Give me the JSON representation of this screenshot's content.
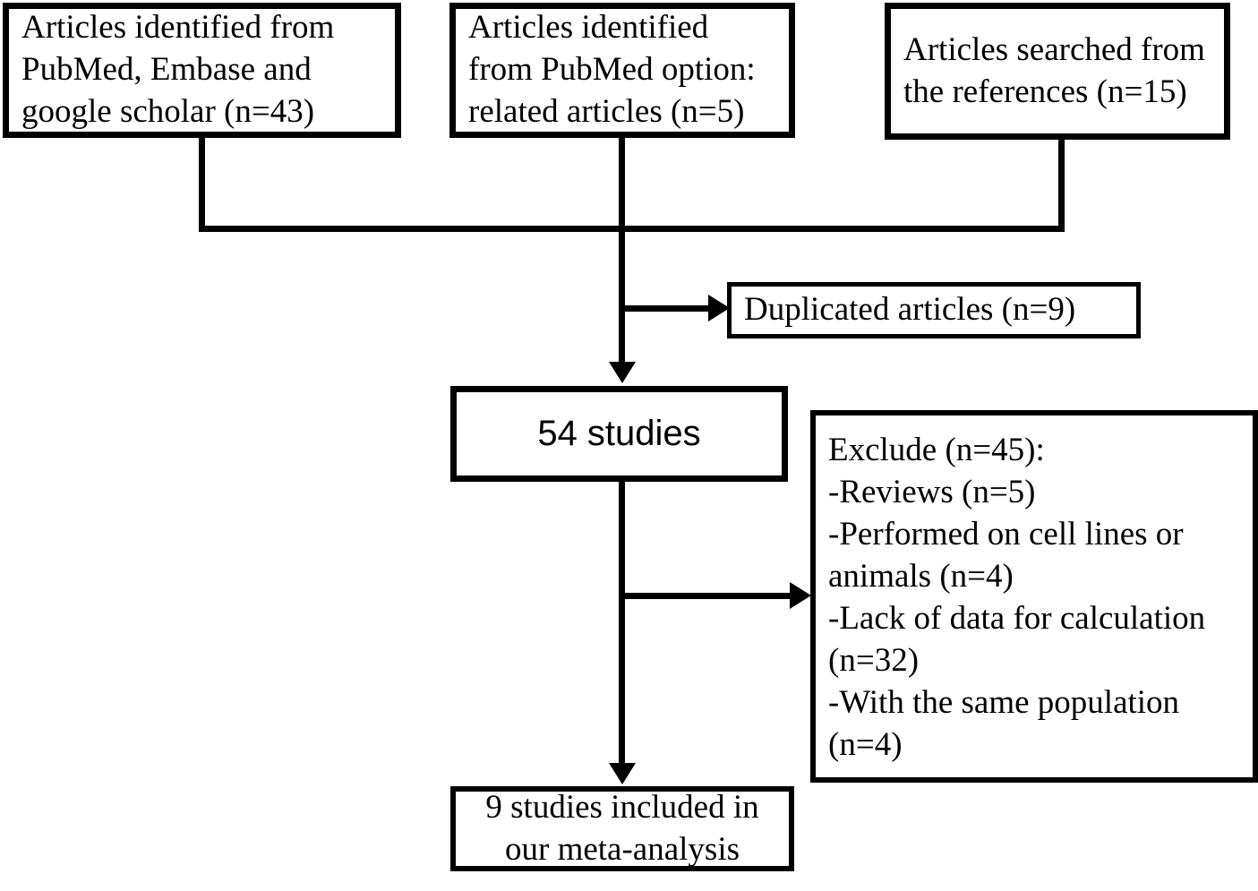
{
  "diagram": {
    "title": "Study selection flow diagram",
    "type": "flowchart",
    "background_color": "#ffffff",
    "line_color": "#000000",
    "text_color": "#000000"
  },
  "nodes": {
    "pubmed_embase_scholar": {
      "text": "Articles identified from\nPubMed, Embase and\ngoogle scholar (n=43)",
      "count": 43,
      "align": "left"
    },
    "pubmed_related": {
      "text": "Articles identified\nfrom PubMed option:\nrelated articles (n=5)",
      "count": 5,
      "align": "left"
    },
    "references": {
      "text": "Articles searched from\nthe references (n=15)",
      "count": 15,
      "align": "left"
    },
    "duplicated": {
      "text": "Duplicated articles (n=9)",
      "count": 9,
      "align": "left"
    },
    "studies_54": {
      "text": "54 studies",
      "count": 54,
      "align": "center"
    },
    "exclude": {
      "text": "Exclude (n=45):\n-Reviews (n=5)\n-Performed on cell lines or\nanimals (n=4)\n-Lack of data for calculation\n(n=32)\n-With the same population\n(n=4)",
      "count": 45,
      "align": "left",
      "reasons": [
        {
          "label": "Reviews",
          "count": 5
        },
        {
          "label": "Performed on cell lines or animals",
          "count": 4
        },
        {
          "label": "Lack of data for calculation",
          "count": 32
        },
        {
          "label": "With the same population",
          "count": 4
        }
      ]
    },
    "included": {
      "text": "9 studies included in\nour meta-analysis",
      "count": 9,
      "align": "center"
    }
  },
  "connectors": {
    "manifold_label": "merge-of-three-sources",
    "to_duplicated_label": "branch-to-duplicated-articles",
    "to_54_label": "arrow-to-54-studies",
    "to_exclude_label": "branch-to-exclude",
    "to_included_label": "arrow-to-included-studies"
  }
}
